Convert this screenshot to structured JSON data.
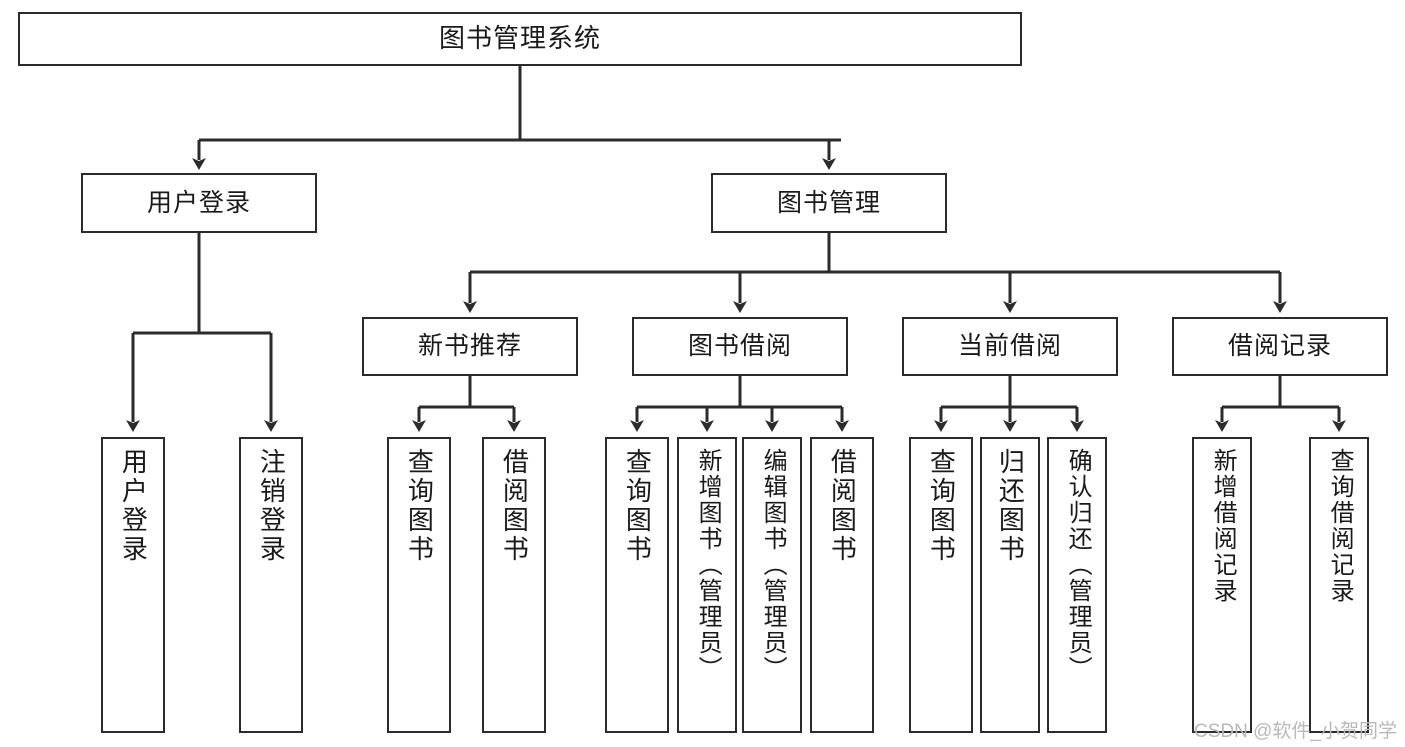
{
  "diagram": {
    "type": "tree-hierarchy-chart",
    "title": "图书管理系统",
    "orientation": "top-down",
    "colors": {
      "box_border": "#2b2b2b",
      "box_fill": "#ffffff",
      "connector": "#2b2b2b",
      "text": "#1a1a1a",
      "watermark": "#b9b9b9"
    },
    "root": {
      "label": "图书管理系统"
    },
    "level1": [
      {
        "label": "用户登录"
      },
      {
        "label": "图书管理"
      }
    ],
    "level2": [
      {
        "label": "新书推荐"
      },
      {
        "label": "图书借阅"
      },
      {
        "label": "当前借阅"
      },
      {
        "label": "借阅记录"
      }
    ],
    "leaves": {
      "user_login": [
        {
          "label": "用户登录"
        },
        {
          "label": "注销登录"
        }
      ],
      "new_book_recommend": [
        {
          "label": "查询图书"
        },
        {
          "label": "借阅图书"
        }
      ],
      "book_borrow": [
        {
          "label": "查询图书"
        },
        {
          "label": "新增图书（管理员）"
        },
        {
          "label": "编辑图书（管理员）"
        },
        {
          "label": "借阅图书"
        }
      ],
      "current_borrow": [
        {
          "label": "查询图书"
        },
        {
          "label": "归还图书"
        },
        {
          "label": "确认归还（管理员）"
        }
      ],
      "borrow_record": [
        {
          "label": "新增借阅记录"
        },
        {
          "label": "查询借阅记录"
        }
      ]
    },
    "watermark": "CSDN @软件_小贺同学"
  }
}
